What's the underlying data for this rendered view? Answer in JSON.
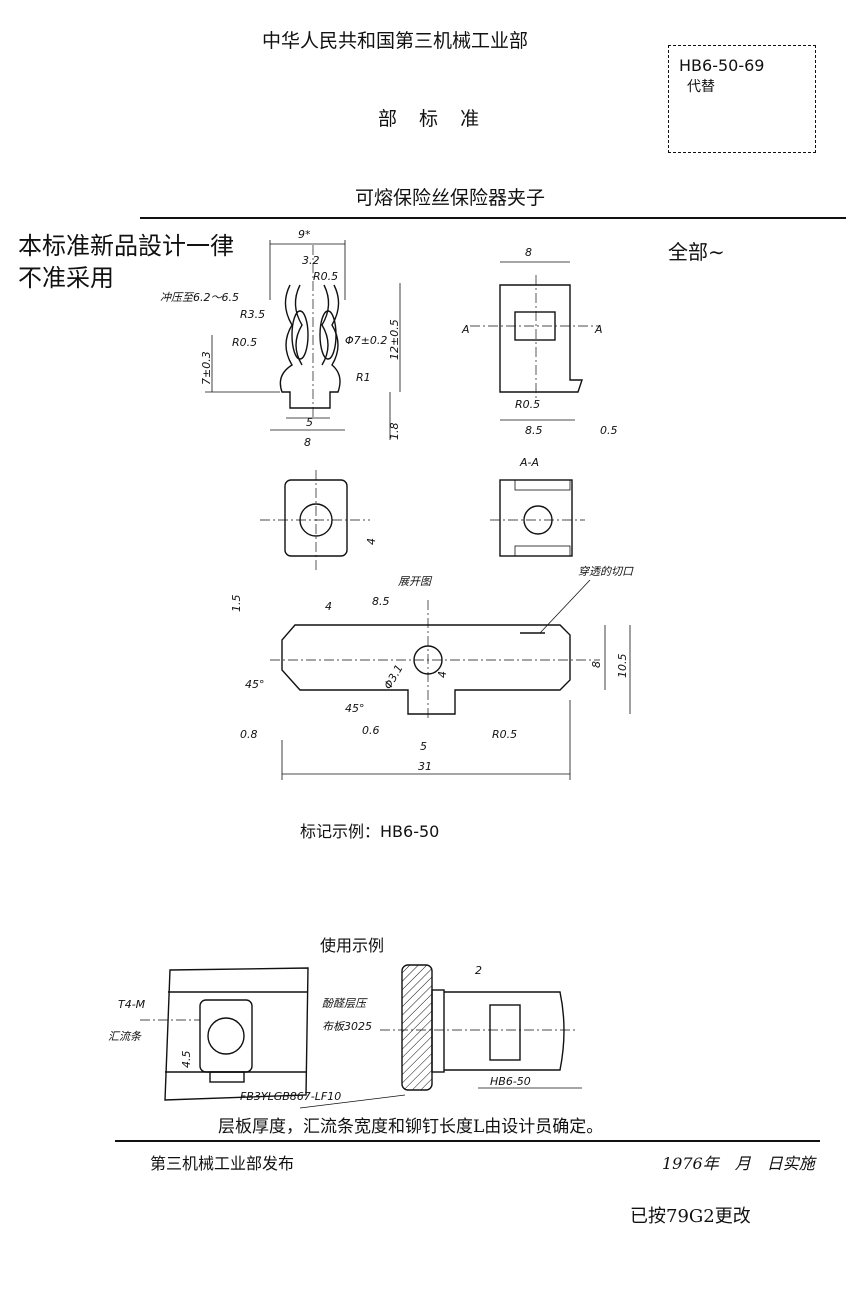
{
  "header": {
    "ministry": "中华人民共和国第三机械工业部",
    "standard_type": "部 标 准",
    "code_box": {
      "code": "HB6-50-69",
      "replaces": "代替"
    },
    "title": "可熔保险丝保险器夹子"
  },
  "notes": {
    "left_note_line1": "本标准新品設计一律",
    "left_note_line2": "不准采用",
    "surface_finish": "全部∼"
  },
  "drawing": {
    "front_view_dims": [
      "9*",
      "3.2",
      "R0.5",
      "冲压至6.2～6.5",
      "R3.5",
      "Φ7±0.2",
      "12±0.5",
      "R0.5",
      "7±0.3",
      "R1",
      "5",
      "8",
      "1.8"
    ],
    "side_view_dims": [
      "8",
      "A",
      "A",
      "R0.5",
      "8.5",
      "0.5"
    ],
    "section_label": "A-A",
    "bottom_view_dims": [
      "4"
    ],
    "flat_pattern_title": "展开图",
    "cut_note": "穿透的切口",
    "flat_pattern_dims": [
      "1.5",
      "4",
      "8.5",
      "Φ3.1",
      "4",
      "8",
      "10.5",
      "45°",
      "45°",
      "0.8",
      "0.6",
      "5",
      "R0.5",
      "31"
    ]
  },
  "marking_example": "标记示例：HB6-50",
  "usage": {
    "title": "使用示例",
    "labels": [
      "T4-M",
      "汇流条",
      "4.5",
      "酚醛层压",
      "布板3025",
      "2",
      "FB3YLGB867-LF10",
      "HB6-50"
    ],
    "note": "层板厚度，汇流条宽度和铆钉长度L由设计员确定。"
  },
  "footer": {
    "publisher": "第三机械工业部发布",
    "effective": "1976年　月　日实施",
    "revision": "已按79G2更改"
  }
}
